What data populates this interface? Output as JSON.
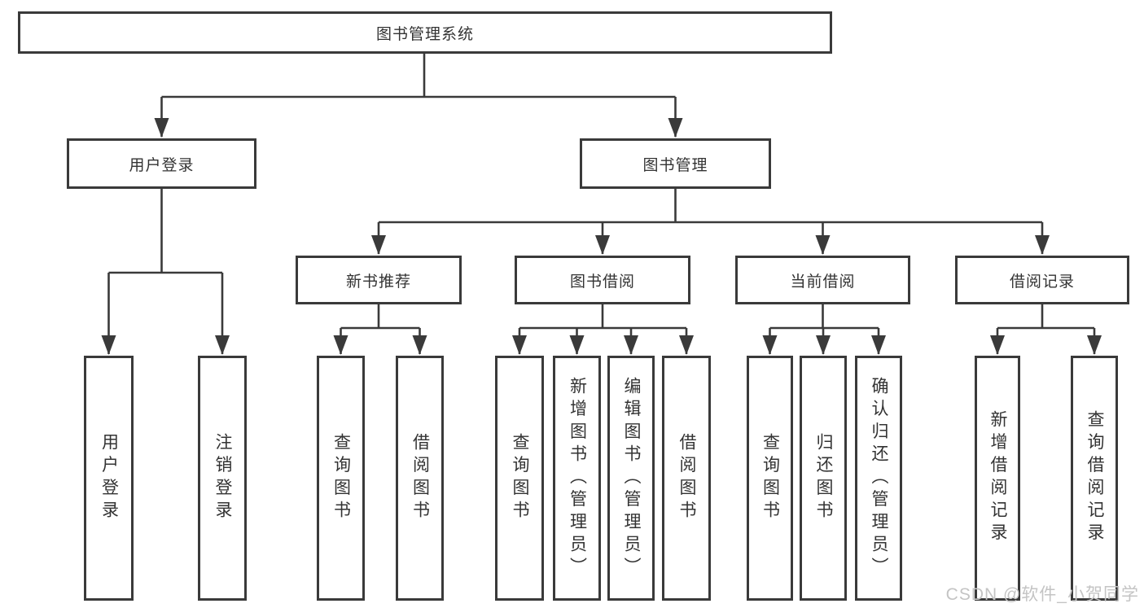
{
  "tree": {
    "root": {
      "label": "图书管理系统",
      "children": [
        {
          "label": "用户登录",
          "children": [
            {
              "label": "用户登录"
            },
            {
              "label": "注销登录"
            }
          ]
        },
        {
          "label": "图书管理",
          "children": [
            {
              "label": "新书推荐",
              "children": [
                {
                  "label": "查询图书"
                },
                {
                  "label": "借阅图书"
                }
              ]
            },
            {
              "label": "图书借阅",
              "children": [
                {
                  "label": "查询图书"
                },
                {
                  "label": "新增图书（管理员）"
                },
                {
                  "label": "编辑图书（管理员）"
                },
                {
                  "label": "借阅图书"
                }
              ]
            },
            {
              "label": "当前借阅",
              "children": [
                {
                  "label": "查询图书"
                },
                {
                  "label": "归还图书"
                },
                {
                  "label": "确认归还（管理员）"
                }
              ]
            },
            {
              "label": "借阅记录",
              "children": [
                {
                  "label": "新增借阅记录"
                },
                {
                  "label": "查询借阅记录"
                }
              ]
            }
          ]
        }
      ]
    }
  },
  "watermark": {
    "text": "CSDN @软件_小贺同学"
  }
}
